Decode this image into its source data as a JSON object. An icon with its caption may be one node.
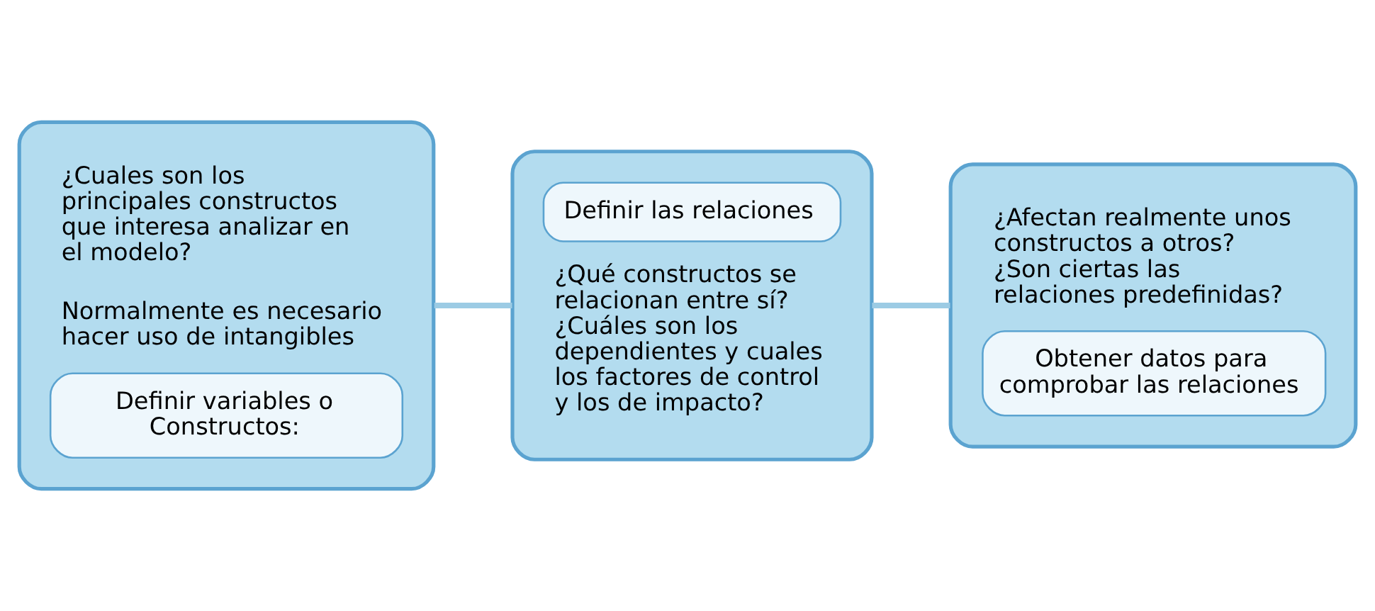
{
  "diagram": {
    "nodes": [
      {
        "text": [
          "¿Cuales son los principales constructos que interesa analizar en el modelo?",
          "Normalmente es necesario hacer uso de intangibles",
          "Definir variables o Constructos:"
        ]
      },
      {
        "text": [
          "Definir las relaciones",
          "¿Qué constructos se relacionan entre sí? ¿Cuáles son los dependientes y cuales los factores de control y los de impacto?"
        ]
      },
      {
        "text": [
          "¿Afectan realmente unos constructos a otros? ¿Son ciertas las relaciones predefinidas?",
          "Obtener datos para comprobar las relaciones"
        ]
      }
    ],
    "edges": [
      {
        "from": 0,
        "to": 1,
        "arrow": "none"
      },
      {
        "from": 1,
        "to": 2,
        "arrow": "none"
      }
    ]
  }
}
